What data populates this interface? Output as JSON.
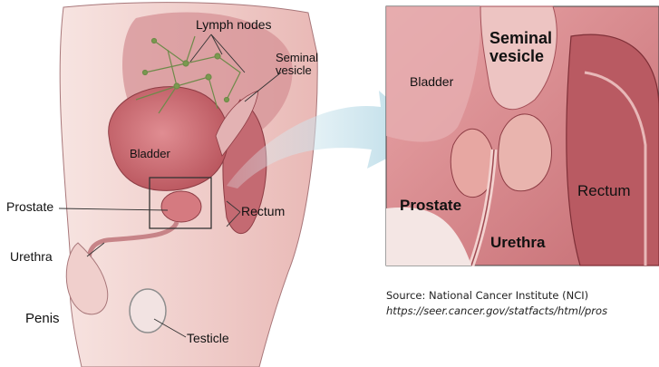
{
  "labels": {
    "lymph_nodes": "Lymph nodes",
    "seminal_left_1": "Seminal",
    "seminal_left_2": "vesicle",
    "bladder_left": "Bladder",
    "prostate_left": "Prostate",
    "rectum_left": "Rectum",
    "urethra_left": "Urethra",
    "penis": "Penis",
    "testicle": "Testicle",
    "seminal_right_1": "Seminal",
    "seminal_right_2": "vesicle",
    "bladder_right": "Bladder",
    "prostate_right": "Prostate",
    "rectum_right": "Rectum",
    "urethra_right": "Urethra"
  },
  "source": {
    "line": "Source: National Cancer Institute (NCI)",
    "url": "https://seer.cancer.gov/statfacts/html/pros"
  },
  "colors": {
    "tissue_light": "#f3d9d6",
    "tissue_mid": "#d98b8f",
    "tissue_dark": "#b5545c",
    "bladder": "#c96870",
    "lymph": "#6e8a4a",
    "arrow": "#b9dbe6"
  }
}
